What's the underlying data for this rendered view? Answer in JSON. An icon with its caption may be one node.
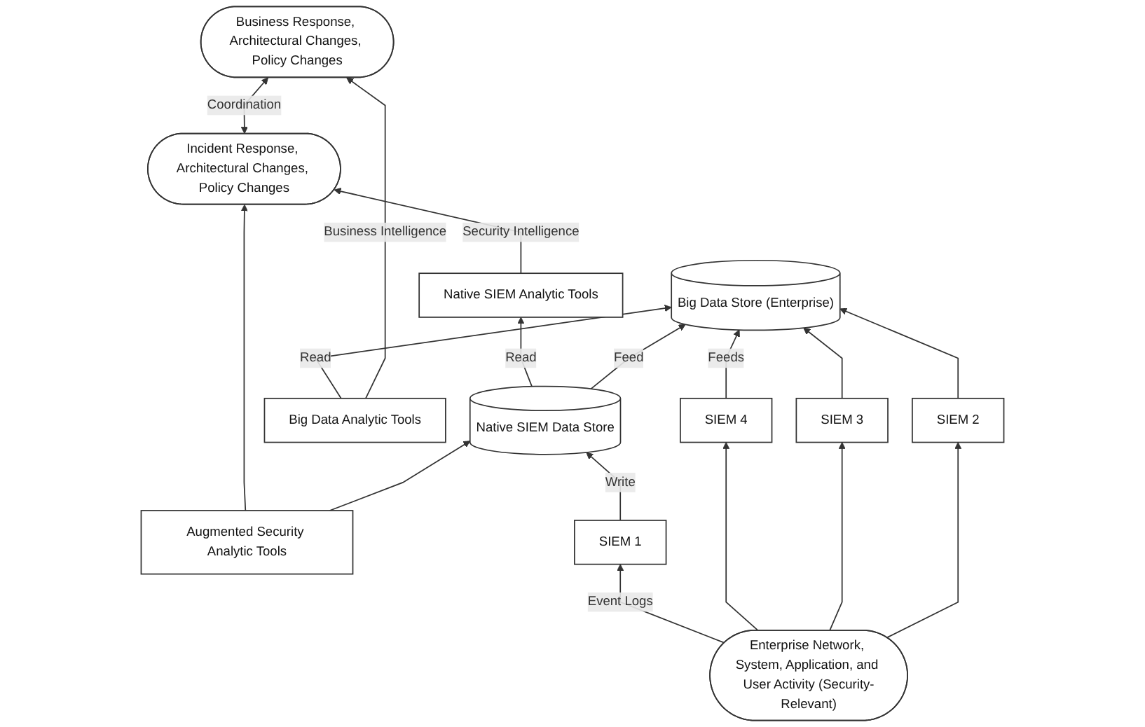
{
  "diagram": {
    "nodes": [
      {
        "text": [
          "Incident Response, Architectural Changes, Policy Changes"
        ]
      },
      {
        "text": [
          "Augmented Security Analytic Tools"
        ]
      },
      {
        "text": [
          "Business Response, Architectural Changes, Policy Changes"
        ]
      },
      {
        "text": [
          "Native SIEM Analytic Tools"
        ]
      },
      {
        "text": [
          "SIEM 1"
        ]
      },
      {
        "text": [
          "Native SIEM Data Store"
        ]
      },
      {
        "text": [
          "Big Data Store (Enterprise)"
        ]
      },
      {
        "text": [
          "Big Data Analytic Tools"
        ]
      },
      {
        "text": [
          "SIEM 4"
        ]
      },
      {
        "text": [
          "SIEM 3"
        ]
      },
      {
        "text": [
          "SIEM 2"
        ]
      },
      {
        "text": [
          "Enterprise Network, System, Application, and User Activity (Security-Relevant)"
        ]
      }
    ],
    "edges": [
      {
        "from": 0,
        "to": 2,
        "arrow": "both",
        "label": "Coordination"
      },
      {
        "from": 1,
        "to": 0,
        "arrow": "to"
      },
      {
        "from": 3,
        "to": 0,
        "arrow": "to",
        "label": "Security Intelligence"
      },
      {
        "from": 1,
        "to": 5,
        "arrow": "to"
      },
      {
        "from": 5,
        "to": 3,
        "arrow": "to",
        "label": "Read"
      },
      {
        "from": 4,
        "to": 5,
        "arrow": "to",
        "label": "Write"
      },
      {
        "from": 5,
        "to": 6,
        "arrow": "to",
        "label": "Feed"
      },
      {
        "from": 7,
        "to": 6,
        "arrow": "to",
        "label": "Read"
      },
      {
        "from": 7,
        "to": 2,
        "arrow": "to",
        "label": "Business Intelligence"
      },
      {
        "from": 11,
        "to": 4,
        "arrow": "to",
        "label": "Event Logs"
      },
      {
        "from": 8,
        "to": 6,
        "arrow": "to",
        "label": "Feeds"
      },
      {
        "from": 9,
        "to": 6,
        "arrow": "to"
      },
      {
        "from": 10,
        "to": 6,
        "arrow": "to"
      },
      {
        "from": 11,
        "to": 8,
        "arrow": "to"
      },
      {
        "from": 11,
        "to": 9,
        "arrow": "to"
      },
      {
        "from": 11,
        "to": 10,
        "arrow": "to"
      }
    ]
  }
}
